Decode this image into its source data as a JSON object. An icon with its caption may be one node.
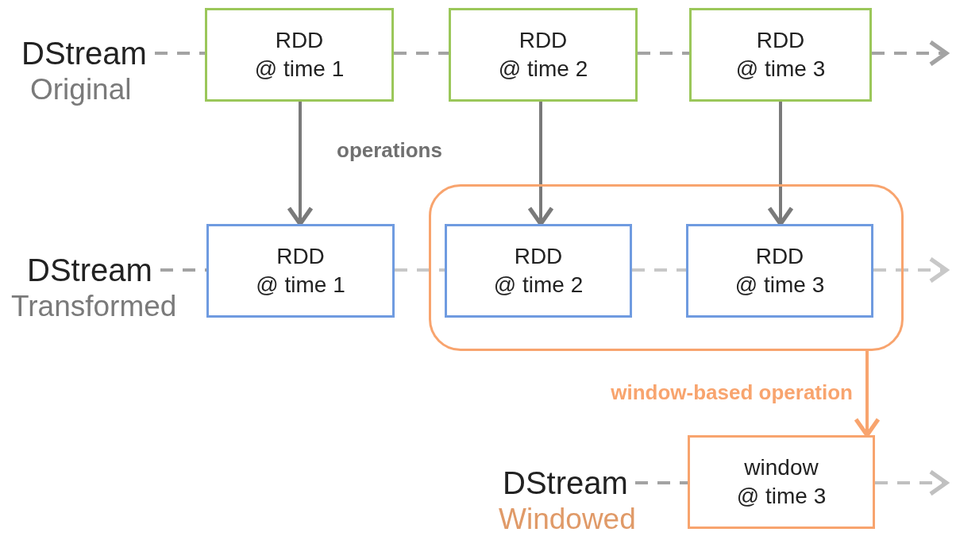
{
  "diagram": {
    "nodes": [
      {
        "text": [
          "DStream",
          "Original"
        ]
      },
      {
        "text": [
          "RDD",
          "@ time 1"
        ]
      },
      {
        "text": [
          "RDD",
          "@ time 2"
        ]
      },
      {
        "text": [
          "RDD",
          "@ time 3"
        ]
      },
      {
        "text": [
          "DStream",
          "Transformed"
        ]
      },
      {
        "text": [
          "RDD",
          "@ time 1"
        ]
      },
      {
        "text": [],
        "shape": "box"
      },
      {
        "text": [
          "RDD",
          "@ time 2"
        ],
        "in": 6
      },
      {
        "text": [
          "RDD",
          "@ time 3"
        ],
        "in": 6
      },
      {
        "text": [
          "DStream",
          "Windowed"
        ]
      },
      {
        "text": [
          "window",
          "@ time 3"
        ]
      }
    ],
    "edges": [
      {
        "from": 0,
        "to": 1,
        "arrow": "none",
        "style": "dashed"
      },
      {
        "from": 1,
        "to": 2,
        "arrow": "none",
        "style": "dashed"
      },
      {
        "from": 2,
        "to": 3,
        "arrow": "none",
        "style": "dashed"
      },
      {
        "from": 3,
        "to": null,
        "arrow": "to",
        "style": "dashed"
      },
      {
        "from": 1,
        "to": 5,
        "arrow": "to",
        "color": "#7a7a7a"
      },
      {
        "from": 2,
        "to": 7,
        "arrow": "to",
        "color": "#7a7a7a"
      },
      {
        "from": 3,
        "to": 8,
        "arrow": "to",
        "color": "#7a7a7a"
      },
      {
        "from": 4,
        "to": 5,
        "arrow": "none",
        "style": "dashed"
      },
      {
        "from": 5,
        "to": 7,
        "arrow": "none",
        "style": "dashed",
        "color": "#c8c8c8"
      },
      {
        "from": 7,
        "to": 8,
        "arrow": "none",
        "style": "dashed",
        "color": "#c8c8c8"
      },
      {
        "from": 8,
        "to": null,
        "arrow": "to",
        "style": "dashed",
        "color": "#c8c8c8"
      },
      {
        "from": 6,
        "to": 10,
        "arrow": "to",
        "color": "#f8a46e",
        "label": "window-based operation"
      },
      {
        "from": 9,
        "to": 10,
        "arrow": "none",
        "style": "dashed"
      },
      {
        "from": 10,
        "to": null,
        "arrow": "to",
        "style": "dashed",
        "color": "#c0c0c0"
      }
    ],
    "labels": [
      "operations"
    ]
  }
}
